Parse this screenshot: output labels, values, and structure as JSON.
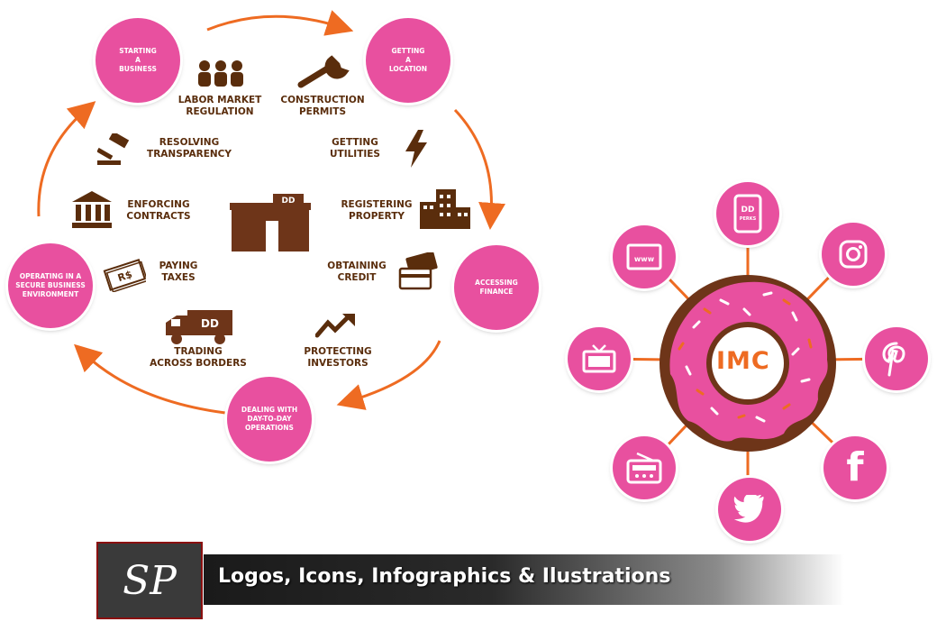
{
  "cycle": {
    "stages": [
      "STARTING\nA\nBUSINESS",
      "GETTING\nA\nLOCATION",
      "ACCESSING\nFINANCE",
      "DEALING WITH\nDAY-TO-DAY\nOPERATIONS",
      "OPERATING IN A\nSECURE BUSINESS\nENVIRONMENT"
    ],
    "indicators": [
      "LABOR MARKET\nREGULATION",
      "CONSTRUCTION\nPERMITS",
      "RESOLVING\nTRANSPARENCY",
      "GETTING\nUTILITIES",
      "ENFORCING\nCONTRACTS",
      "REGISTERING\nPROPERTY",
      "PAYING\nTAXES",
      "OBTAINING\nCREDIT",
      "TRADING\nACROSS BORDERS",
      "PROTECTING\nINVESTORS"
    ],
    "store_sign": "DD",
    "truck_sign": "DD",
    "money_label": "R$"
  },
  "imc": {
    "center_label": "IMC",
    "channels": [
      {
        "icon": "phone-app-icon",
        "text": "DD\nPERKS"
      },
      {
        "icon": "web-icon",
        "text": "www"
      },
      {
        "icon": "instagram-icon",
        "text": ""
      },
      {
        "icon": "tv-icon",
        "text": ""
      },
      {
        "icon": "pinterest-icon",
        "text": ""
      },
      {
        "icon": "radio-icon",
        "text": ""
      },
      {
        "icon": "facebook-icon",
        "text": "f"
      },
      {
        "icon": "twitter-icon",
        "text": ""
      }
    ]
  },
  "banner": {
    "logo": "SP",
    "title": "Logos, Icons, Infographics & Ilustrations"
  },
  "colors": {
    "pink": "#e8509f",
    "brown": "#5a2d0c",
    "orange": "#ee6b22",
    "donut": "#6e3519"
  }
}
